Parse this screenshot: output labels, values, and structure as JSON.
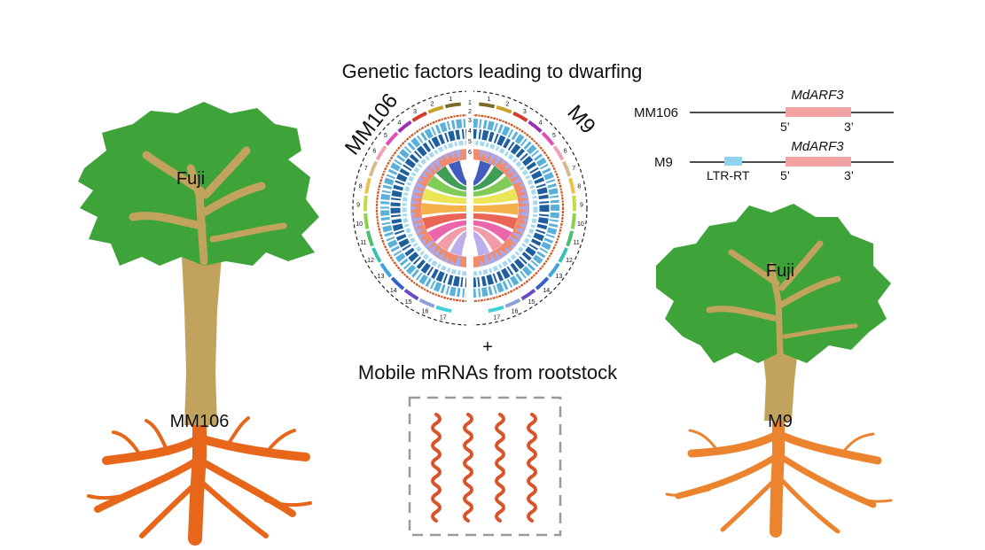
{
  "title": "Genetic factors leading to dwarfing",
  "plus": "+",
  "mobile_caption": "Mobile mRNAs from rootstock",
  "trees": {
    "left": {
      "scion": "Fuji",
      "rootstock": "MM106"
    },
    "right": {
      "scion": "Fuji",
      "rootstock": "M9"
    }
  },
  "circos": {
    "left_genome": "MM106",
    "right_genome": "M9",
    "ring_numbers": [
      "1",
      "2",
      "3",
      "4",
      "5",
      "6"
    ],
    "chromosomes": [
      "1",
      "2",
      "3",
      "4",
      "5",
      "6",
      "7",
      "8",
      "9",
      "10",
      "11",
      "12",
      "13",
      "14",
      "15",
      "16",
      "17"
    ]
  },
  "gene_panel": {
    "gene": "MdARF3",
    "mm106_label": "MM106",
    "m9_label": "M9",
    "five_prime": "5’",
    "three_prime": "3’",
    "insertion": "LTR-RT"
  },
  "colors": {
    "foliage": "#3ea43a",
    "trunk": "#c2a35e",
    "roots_left": "#e8661a",
    "roots_right": "#ec842f",
    "gene_box": "#f2a3a3",
    "ltr_box": "#8fd3f0",
    "mrna": "#d9532b"
  }
}
